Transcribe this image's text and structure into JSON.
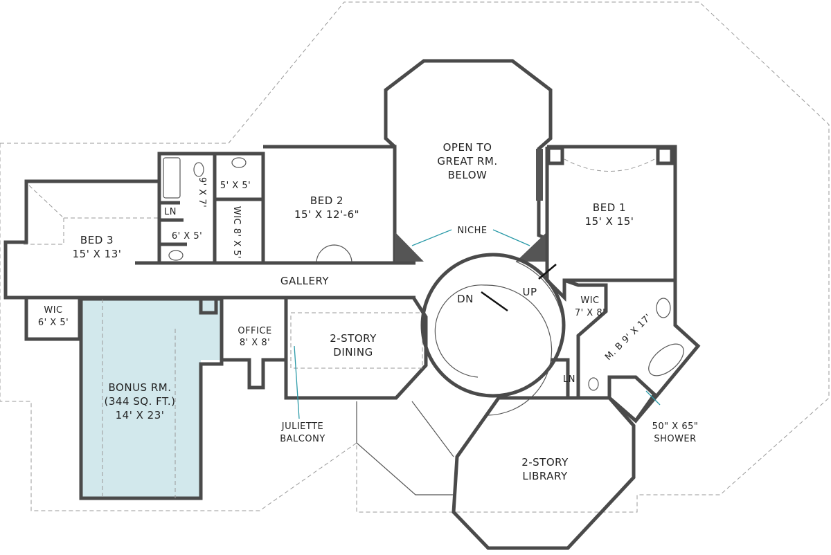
{
  "colors": {
    "bonus_room_fill": "#d2e8ec",
    "wall": "#4a4a4a",
    "leader": "#2a9aa8"
  },
  "rooms": {
    "bed3": {
      "name": "BED 3",
      "size": "15' X 13'"
    },
    "wic_left": {
      "name": "WIC",
      "size": "6' X 5'"
    },
    "bath_upper": {
      "size_a": "5' X 5'",
      "size_b": "9' X 7'"
    },
    "linen_left": "LN",
    "bath_lower": {
      "size": "6' X 5'"
    },
    "wic_middle": {
      "name": "WIC",
      "size": "8' X 5'"
    },
    "bed2": {
      "name": "BED 2",
      "size": "15' X 12'-6\""
    },
    "open_great": {
      "line1": "OPEN TO",
      "line2": "GREAT RM.",
      "line3": "BELOW"
    },
    "niche": "NICHE",
    "bed1": {
      "name": "BED 1",
      "size": "15' X 15'"
    },
    "gallery": "GALLERY",
    "dn": "DN",
    "up": "UP",
    "wic_right": {
      "name": "WIC",
      "size": "7' X 8'"
    },
    "master_bath": {
      "name": "M. B",
      "size": "9' X 17'"
    },
    "linen_right": "LN",
    "shower": {
      "line1": "50\" X 65\"",
      "line2": "SHOWER"
    },
    "office": {
      "name": "OFFICE",
      "size": "8' X 8'"
    },
    "dining": {
      "line1": "2-STORY",
      "line2": "DINING"
    },
    "bonus": {
      "line1": "BONUS RM.",
      "line2": "(344 SQ. FT.)",
      "line3": "14' X 23'"
    },
    "juliette": {
      "line1": "JULIETTE",
      "line2": "BALCONY"
    },
    "library": {
      "line1": "2-STORY",
      "line2": "LIBRARY"
    }
  }
}
